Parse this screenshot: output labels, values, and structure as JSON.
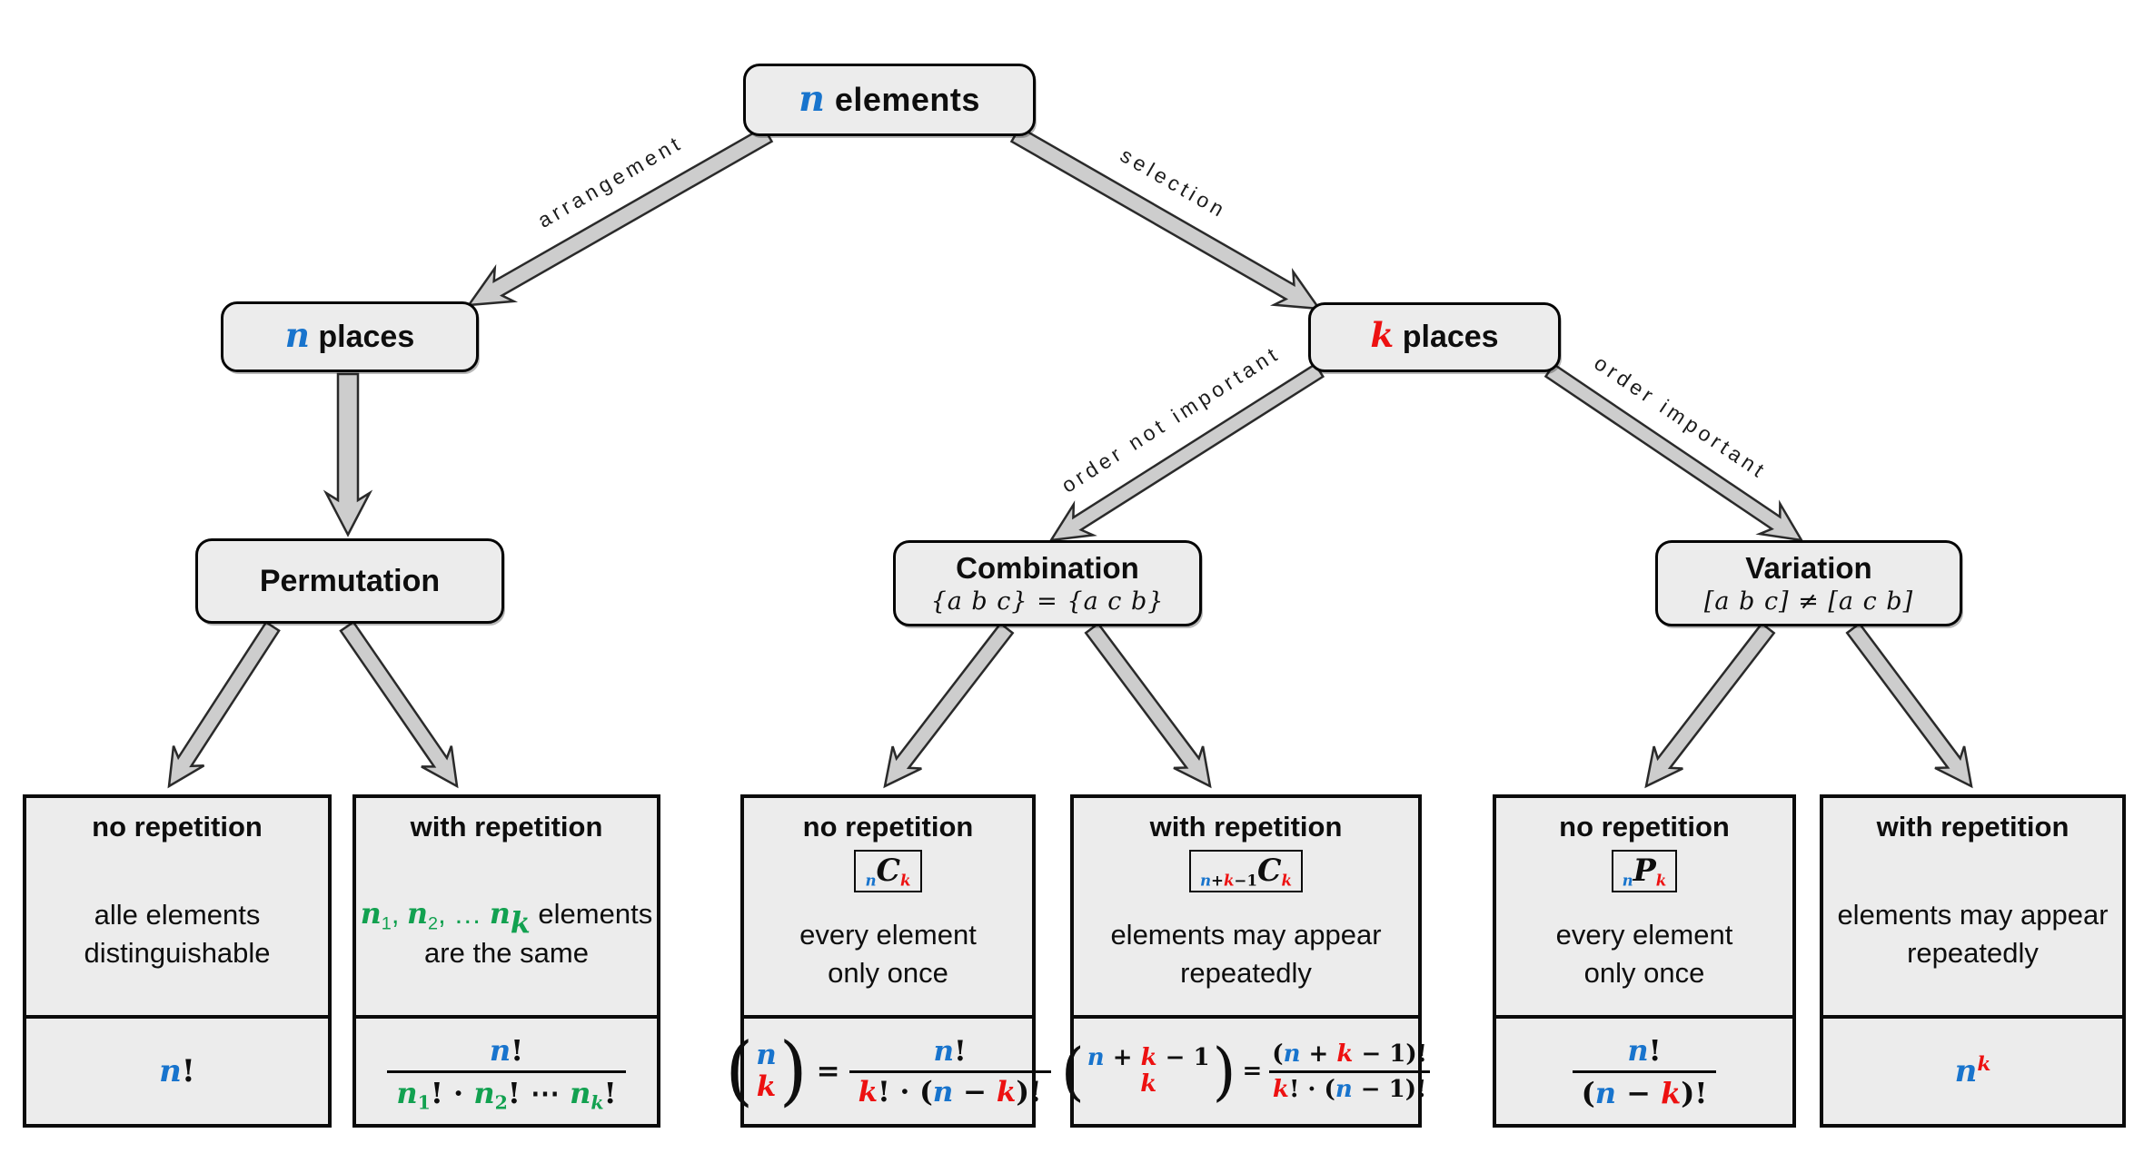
{
  "palette": {
    "blue": "#1874CD",
    "red": "#ED1111",
    "green": "#12A150"
  },
  "nodes": {
    "root": {
      "title": [
        {
          "t": "n",
          "c": "blue",
          "i": 1
        },
        {
          "t": " elements"
        }
      ]
    },
    "n_places": {
      "title": [
        {
          "t": "n",
          "c": "blue",
          "i": 1
        },
        {
          "t": " places"
        }
      ]
    },
    "k_places": {
      "title": [
        {
          "t": "k",
          "c": "red",
          "i": 1
        },
        {
          "t": " places"
        }
      ]
    },
    "permutation": {
      "title": "Permutation"
    },
    "combination": {
      "title": "Combination",
      "subtitle": "{a b c} = {a c b}"
    },
    "variation": {
      "title": "Variation",
      "subtitle": "[a b c] ≠ [a c b]"
    }
  },
  "edges": {
    "arrangement": "arrangement",
    "selection": "selection",
    "order_not_important": "order not important",
    "order_important": "order important"
  },
  "leaves": [
    {
      "heading": "no repetition",
      "desc": [
        [
          {
            "t": "alle elements"
          }
        ],
        [
          {
            "t": "distinguishable"
          }
        ]
      ],
      "formula": {
        "plain": [
          {
            "t": "n",
            "c": "blue",
            "i": 1
          },
          {
            "t": "!"
          }
        ]
      }
    },
    {
      "heading": "with repetition",
      "desc": [
        [
          {
            "t": "n",
            "c": "green",
            "i": 1
          },
          {
            "t": "1",
            "c": "green",
            "sub": 1
          },
          {
            "t": ", ",
            "c": "green"
          },
          {
            "t": "n",
            "c": "green",
            "i": 1
          },
          {
            "t": "2",
            "c": "green",
            "sub": 1
          },
          {
            "t": ", … ",
            "c": "green"
          },
          {
            "t": "n",
            "c": "green",
            "i": 1
          },
          {
            "t": "k",
            "c": "green",
            "i": 1,
            "sub": 1
          },
          {
            "t": " elements"
          }
        ],
        [
          {
            "t": "are the same"
          }
        ]
      ],
      "formula": {
        "num": [
          {
            "t": "n",
            "c": "blue",
            "i": 1
          },
          {
            "t": "!"
          }
        ],
        "den": [
          {
            "t": "n",
            "c": "green",
            "i": 1
          },
          {
            "t": "1",
            "c": "green",
            "sub": 1
          },
          {
            "t": "! · "
          },
          {
            "t": "n",
            "c": "green",
            "i": 1
          },
          {
            "t": "2",
            "c": "green",
            "sub": 1
          },
          {
            "t": "! ⋯ "
          },
          {
            "t": "n",
            "c": "green",
            "i": 1
          },
          {
            "t": "k",
            "c": "green",
            "i": 1,
            "sub": 1
          },
          {
            "t": "!"
          }
        ]
      }
    },
    {
      "heading": "no repetition",
      "badge": [
        {
          "t": "n",
          "c": "blue",
          "i": 1,
          "sub": 1
        },
        {
          "t": "C",
          "i": 1,
          "cap": 1
        },
        {
          "t": "k",
          "c": "red",
          "i": 1,
          "sub": 1
        }
      ],
      "desc": [
        [
          {
            "t": "every element"
          }
        ],
        [
          {
            "t": "only once"
          }
        ]
      ],
      "formula": {
        "lp": "(",
        "rp": ")",
        "eq": "=",
        "binTop": [
          {
            "t": "n",
            "c": "blue",
            "i": 1
          }
        ],
        "binBottom": [
          {
            "t": "k",
            "c": "red",
            "i": 1
          }
        ],
        "num": [
          {
            "t": "n",
            "c": "blue",
            "i": 1
          },
          {
            "t": "!"
          }
        ],
        "den": [
          {
            "t": "k",
            "c": "red",
            "i": 1
          },
          {
            "t": "! · ("
          },
          {
            "t": "n",
            "c": "blue",
            "i": 1
          },
          {
            "t": " − "
          },
          {
            "t": "k",
            "c": "red",
            "i": 1
          },
          {
            "t": ")!"
          }
        ]
      }
    },
    {
      "heading": "with repetition",
      "badge": [
        {
          "t": "n",
          "c": "blue",
          "i": 1,
          "sub": 1
        },
        {
          "t": "+",
          "sub": 1
        },
        {
          "t": "k",
          "c": "red",
          "i": 1,
          "sub": 1
        },
        {
          "t": "−1",
          "sub": 1
        },
        {
          "t": "C",
          "i": 1,
          "cap": 1
        },
        {
          "t": "k",
          "c": "red",
          "i": 1,
          "sub": 1
        }
      ],
      "desc": [
        [
          {
            "t": "elements may appear"
          }
        ],
        [
          {
            "t": "repeatedly"
          }
        ]
      ],
      "formula": {
        "lp": "(",
        "rp": ")",
        "eq": "=",
        "binTop": [
          {
            "t": "n",
            "c": "blue",
            "i": 1
          },
          {
            "t": " + "
          },
          {
            "t": "k",
            "c": "red",
            "i": 1
          },
          {
            "t": " − 1"
          }
        ],
        "binBottom": [
          {
            "t": "k",
            "c": "red",
            "i": 1
          }
        ],
        "num": [
          {
            "t": "("
          },
          {
            "t": "n",
            "c": "blue",
            "i": 1
          },
          {
            "t": " + "
          },
          {
            "t": "k",
            "c": "red",
            "i": 1
          },
          {
            "t": " − 1)!"
          }
        ],
        "den": [
          {
            "t": "k",
            "c": "red",
            "i": 1
          },
          {
            "t": "! · ("
          },
          {
            "t": "n",
            "c": "blue",
            "i": 1
          },
          {
            "t": " − 1)!"
          }
        ]
      }
    },
    {
      "heading": "no repetition",
      "badge": [
        {
          "t": "n",
          "c": "blue",
          "i": 1,
          "sub": 1
        },
        {
          "t": "P",
          "i": 1,
          "cap": 1
        },
        {
          "t": "k",
          "c": "red",
          "i": 1,
          "sub": 1
        }
      ],
      "desc": [
        [
          {
            "t": "every element"
          }
        ],
        [
          {
            "t": "only once"
          }
        ]
      ],
      "formula": {
        "num": [
          {
            "t": "n",
            "c": "blue",
            "i": 1
          },
          {
            "t": "!"
          }
        ],
        "den": [
          {
            "t": "("
          },
          {
            "t": "n",
            "c": "blue",
            "i": 1
          },
          {
            "t": " − "
          },
          {
            "t": "k",
            "c": "red",
            "i": 1
          },
          {
            "t": ")!"
          }
        ]
      }
    },
    {
      "heading": "with repetition",
      "desc": [
        [
          {
            "t": "elements may appear"
          }
        ],
        [
          {
            "t": "repeatedly"
          }
        ]
      ],
      "formula": {
        "plain": [
          {
            "t": "n",
            "c": "blue",
            "i": 1
          },
          {
            "t": "k",
            "c": "red",
            "i": 1,
            "sup": 1
          }
        ]
      }
    }
  ]
}
